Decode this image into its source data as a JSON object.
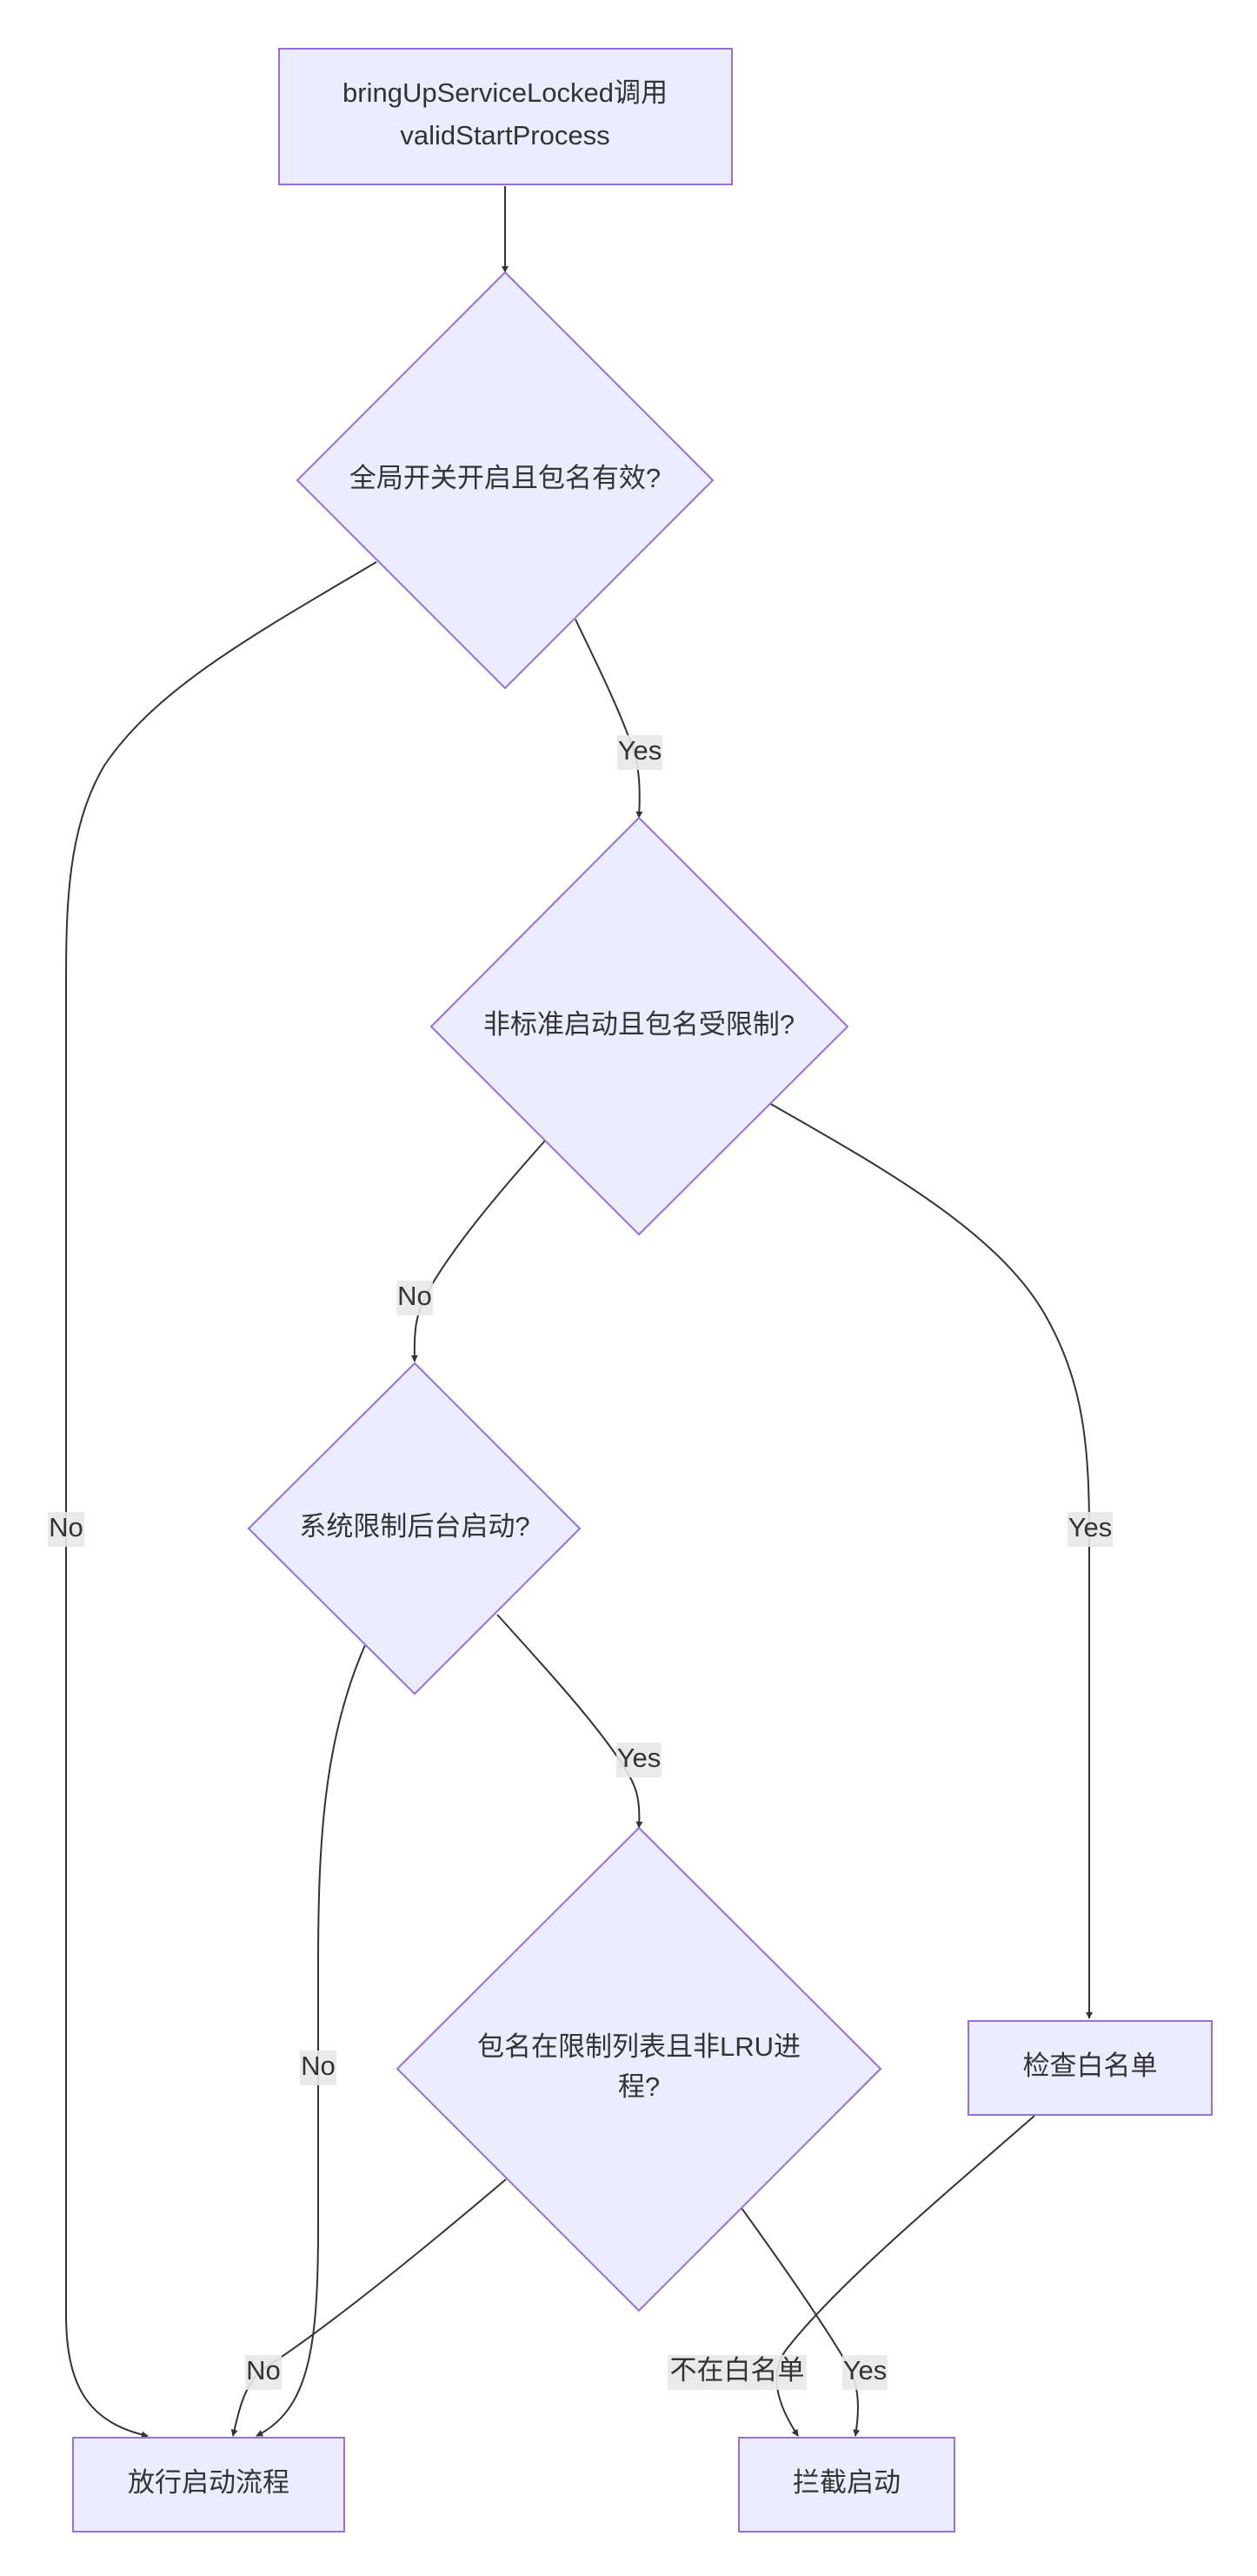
{
  "diagram": {
    "type": "flowchart",
    "colors": {
      "node_fill": "#ECECFF",
      "node_stroke": "#9370DB",
      "edge": "#333333",
      "label_bg": "#e8e8e8"
    },
    "nodes": {
      "start": {
        "lines": [
          "bringUpServiceLocked调用",
          "validStartProcess"
        ]
      },
      "d1": {
        "lines": [
          "全局开关开启且包名有效?"
        ]
      },
      "d2": {
        "lines": [
          "非标准启动且包名受限制?"
        ]
      },
      "d3": {
        "lines": [
          "系统限制后台启动?"
        ]
      },
      "d4": {
        "lines": [
          "包名在限制列表且非LRU进",
          "程?"
        ]
      },
      "check": {
        "lines": [
          "检查白名单"
        ]
      },
      "allow": {
        "lines": [
          "放行启动流程"
        ]
      },
      "block": {
        "lines": [
          "拦截启动"
        ]
      }
    },
    "edges": {
      "e1": {
        "label": ""
      },
      "e2": {
        "label": "No"
      },
      "e3": {
        "label": "Yes"
      },
      "e4": {
        "label": "No"
      },
      "e5": {
        "label": "Yes"
      },
      "e6": {
        "label": "No"
      },
      "e7": {
        "label": "Yes"
      },
      "e8": {
        "label": "No"
      },
      "e9": {
        "label": "Yes"
      },
      "e10": {
        "label": "不在白名单"
      }
    }
  }
}
